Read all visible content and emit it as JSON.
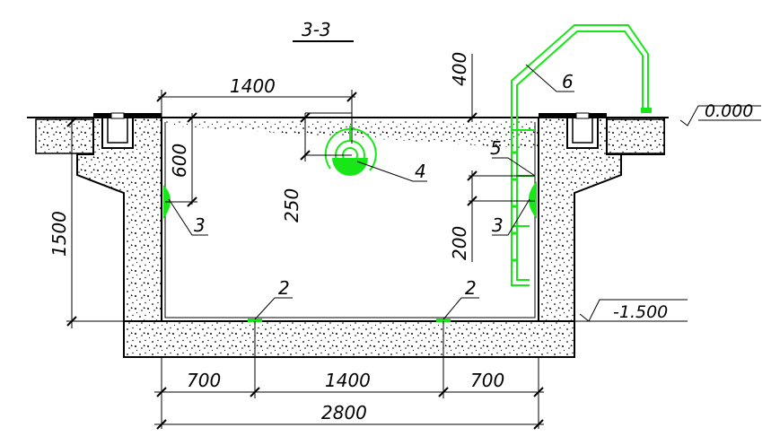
{
  "section_title": "3-3",
  "levels": {
    "top": "0.000",
    "bottom": "-1.500"
  },
  "dimensions": {
    "span_upper": "1400",
    "height_top": "400",
    "depth_600": "600",
    "depth_250": "250",
    "depth_200": "200",
    "depth_total": "1500",
    "bottom_left": "700",
    "bottom_mid": "1400",
    "bottom_right": "700",
    "bottom_total": "2800"
  },
  "callouts": {
    "c2a": "2",
    "c2b": "2",
    "c3a": "3",
    "c3b": "3",
    "c4": "4",
    "c5": "5",
    "c6": "6"
  },
  "colors": {
    "concrete": "#000000",
    "pipework": "#19e619"
  }
}
